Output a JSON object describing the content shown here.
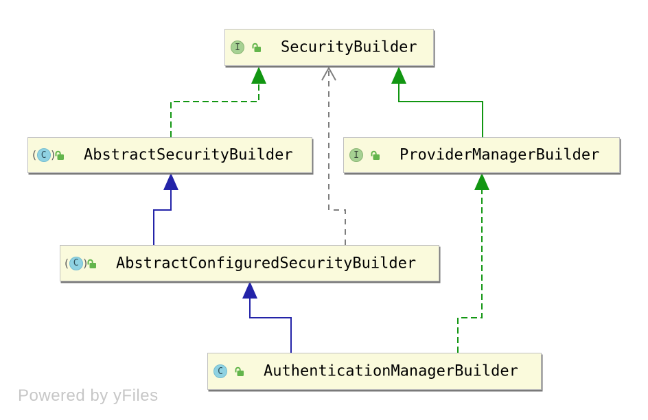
{
  "diagram": {
    "watermark": "Powered by yFiles",
    "icon_glyphs": {
      "paren_left": "(",
      "paren_right": ")",
      "interface_letter": "I",
      "class_letter": "C"
    },
    "nodes": [
      {
        "id": "SecurityBuilder",
        "label": "SecurityBuilder",
        "kind": "interface",
        "icon_letter": "I",
        "visibility": "public-unlocked"
      },
      {
        "id": "AbstractSecurityBuilder",
        "label": "AbstractSecurityBuilder",
        "kind": "abstract-class",
        "icon_letter": "C",
        "visibility": "public-unlocked"
      },
      {
        "id": "ProviderManagerBuilder",
        "label": "ProviderManagerBuilder",
        "kind": "interface",
        "icon_letter": "I",
        "visibility": "public-unlocked"
      },
      {
        "id": "AbstractConfiguredSecurityBuilder",
        "label": "AbstractConfiguredSecurityBuilder",
        "kind": "abstract-class",
        "icon_letter": "C",
        "visibility": "public-unlocked"
      },
      {
        "id": "AuthenticationManagerBuilder",
        "label": "AuthenticationManagerBuilder",
        "kind": "class",
        "icon_letter": "C",
        "visibility": "public-unlocked"
      }
    ],
    "edges": [
      {
        "from": "AbstractSecurityBuilder",
        "to": "SecurityBuilder",
        "relation": "implements",
        "line": "dashed",
        "color": "green",
        "arrowhead": "filled-triangle"
      },
      {
        "from": "AbstractConfiguredSecurityBuilder",
        "to": "SecurityBuilder",
        "relation": "weak-implements",
        "line": "dashed",
        "color": "gray",
        "arrowhead": "open-chevron"
      },
      {
        "from": "ProviderManagerBuilder",
        "to": "SecurityBuilder",
        "relation": "extends",
        "line": "solid",
        "color": "green",
        "arrowhead": "filled-triangle"
      },
      {
        "from": "AbstractConfiguredSecurityBuilder",
        "to": "AbstractSecurityBuilder",
        "relation": "extends",
        "line": "solid",
        "color": "navy",
        "arrowhead": "filled-triangle"
      },
      {
        "from": "AuthenticationManagerBuilder",
        "to": "AbstractConfiguredSecurityBuilder",
        "relation": "extends",
        "line": "solid",
        "color": "navy",
        "arrowhead": "filled-triangle"
      },
      {
        "from": "AuthenticationManagerBuilder",
        "to": "ProviderManagerBuilder",
        "relation": "implements",
        "line": "dashed",
        "color": "green",
        "arrowhead": "filled-triangle"
      }
    ],
    "colors": {
      "green": "#129612",
      "navy": "#2323a8",
      "gray": "#7d7d7d",
      "node_fill": "#fafadc",
      "node_border": "#bfbfbf",
      "node_shadow": "#7a7a7a",
      "interface_circle": "#a6d193",
      "class_circle": "#8fd2e2",
      "lock": "#63b54c",
      "watermark": "#c7c7c7"
    }
  }
}
